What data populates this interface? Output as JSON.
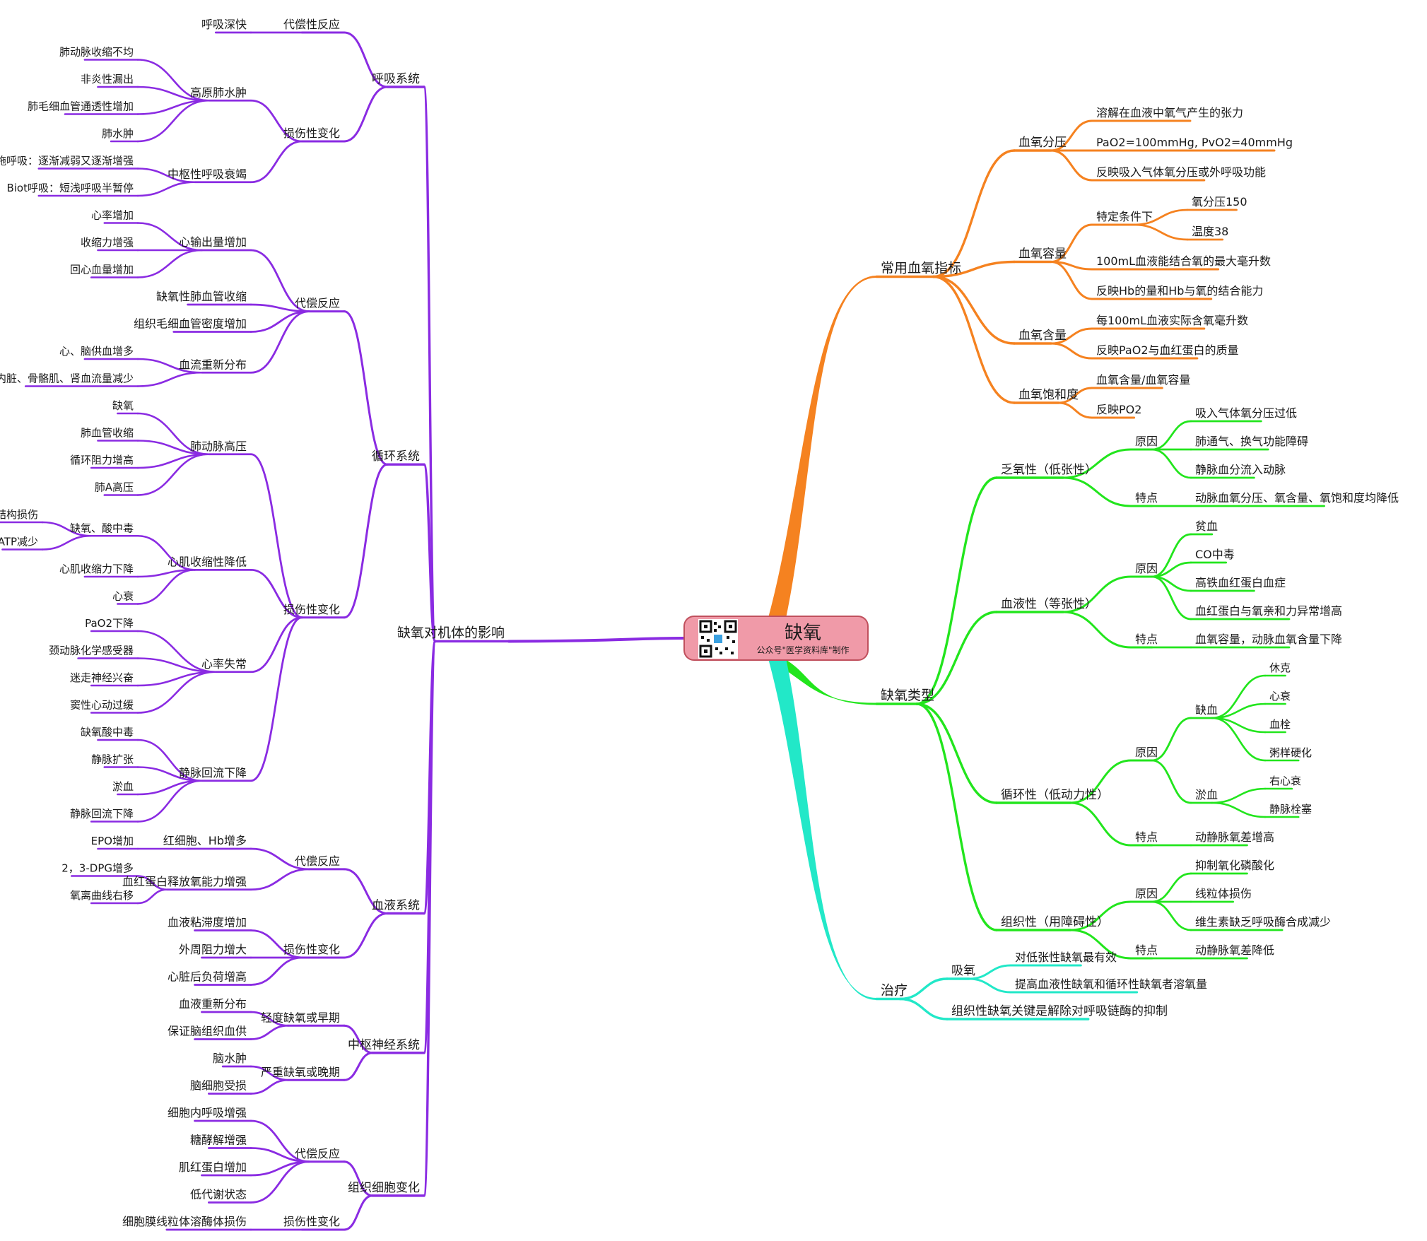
{
  "colors": {
    "purple": "#8a2be2",
    "orange": "#f58220",
    "green": "#22e51d",
    "teal": "#22e8c8",
    "root_fill": "#f09aa8",
    "root_stroke": "#c0505d"
  },
  "root": {
    "title": "缺氧",
    "subtitle": "公众号\"医学资料库\"制作",
    "qr_icon": "qr-code-icon"
  },
  "tree": {
    "left": [
      {
        "label": "缺氧对机体的影响",
        "children": [
          {
            "label": "呼吸系统",
            "children": [
              {
                "label": "代偿性反应",
                "children": [
                  {
                    "label": "呼吸深快"
                  }
                ]
              },
              {
                "label": "损伤性变化",
                "children": [
                  {
                    "label": "高原肺水肿",
                    "children": [
                      {
                        "label": "肺动脉收缩不均"
                      },
                      {
                        "label": "非炎性漏出"
                      },
                      {
                        "label": "肺毛细血管通透性增加"
                      },
                      {
                        "label": "肺水肿"
                      }
                    ]
                  },
                  {
                    "label": "中枢性呼吸衰竭",
                    "children": [
                      {
                        "label": "陈施呼吸：逐渐减弱又逐渐增强"
                      },
                      {
                        "label": "Biot呼吸：短浅呼吸半暂停"
                      }
                    ]
                  }
                ]
              }
            ]
          },
          {
            "label": "循环系统",
            "children": [
              {
                "label": "代偿反应",
                "children": [
                  {
                    "label": "心输出量增加",
                    "children": [
                      {
                        "label": "心率增加"
                      },
                      {
                        "label": "收缩力增强"
                      },
                      {
                        "label": "回心血量增加"
                      }
                    ]
                  },
                  {
                    "label": "缺氧性肺血管收缩"
                  },
                  {
                    "label": "组织毛细血管密度增加"
                  },
                  {
                    "label": "血流重新分布",
                    "children": [
                      {
                        "label": "心、脑供血增多"
                      },
                      {
                        "label": "皮肤、内脏、骨骼肌、肾血流量减少"
                      }
                    ]
                  }
                ]
              },
              {
                "label": "损伤性变化",
                "children": [
                  {
                    "label": "肺动脉高压",
                    "children": [
                      {
                        "label": "缺氧"
                      },
                      {
                        "label": "肺血管收缩"
                      },
                      {
                        "label": "循环阻力增高"
                      },
                      {
                        "label": "肺A高压"
                      }
                    ]
                  },
                  {
                    "label": "心肌收缩性降低",
                    "children": [
                      {
                        "label": "缺氧、酸中毒",
                        "children": [
                          {
                            "label": "心肌结构损伤"
                          },
                          {
                            "label": "ATP减少"
                          }
                        ]
                      },
                      {
                        "label": "心肌收缩力下降"
                      },
                      {
                        "label": "心衰"
                      }
                    ]
                  },
                  {
                    "label": "心率失常",
                    "children": [
                      {
                        "label": "PaO2下降"
                      },
                      {
                        "label": "颈动脉化学感受器"
                      },
                      {
                        "label": "迷走神经兴奋"
                      },
                      {
                        "label": "窦性心动过缓"
                      }
                    ]
                  },
                  {
                    "label": "静脉回流下降",
                    "children": [
                      {
                        "label": "缺氧酸中毒"
                      },
                      {
                        "label": "静脉扩张"
                      },
                      {
                        "label": "淤血"
                      },
                      {
                        "label": "静脉回流下降"
                      }
                    ]
                  }
                ]
              }
            ]
          },
          {
            "label": "血液系统",
            "children": [
              {
                "label": "代偿反应",
                "children": [
                  {
                    "label": "红细胞、Hb增多",
                    "children": [
                      {
                        "label": "EPO增加"
                      }
                    ]
                  },
                  {
                    "label": "血红蛋白释放氧能力增强",
                    "children": [
                      {
                        "label": "2，3-DPG增多"
                      },
                      {
                        "label": "氧离曲线右移"
                      }
                    ]
                  }
                ]
              },
              {
                "label": "损伤性变化",
                "children": [
                  {
                    "label": "血液粘滞度增加"
                  },
                  {
                    "label": "外周阻力增大"
                  },
                  {
                    "label": "心脏后负荷增高"
                  }
                ]
              }
            ]
          },
          {
            "label": "中枢神经系统",
            "children": [
              {
                "label": "轻度缺氧或早期",
                "children": [
                  {
                    "label": "血液重新分布"
                  },
                  {
                    "label": "保证脑组织血供"
                  }
                ]
              },
              {
                "label": "严重缺氧或晚期",
                "children": [
                  {
                    "label": "脑水肿"
                  },
                  {
                    "label": "脑细胞受损"
                  }
                ]
              }
            ]
          },
          {
            "label": "组织细胞变化",
            "children": [
              {
                "label": "代偿反应",
                "children": [
                  {
                    "label": "细胞内呼吸增强"
                  },
                  {
                    "label": "糖酵解增强"
                  },
                  {
                    "label": "肌红蛋白增加"
                  },
                  {
                    "label": "低代谢状态"
                  }
                ]
              },
              {
                "label": "损伤性变化",
                "children": [
                  {
                    "label": "细胞膜线粒体溶酶体损伤"
                  }
                ]
              }
            ]
          }
        ]
      }
    ],
    "right": [
      {
        "label": "常用血氧指标",
        "children": [
          {
            "label": "血氧分压",
            "children": [
              {
                "label": "溶解在血液中氧气产生的张力"
              },
              {
                "label": "PaO2=100mmHg, PvO2=40mmHg"
              },
              {
                "label": "反映吸入气体氧分压或外呼吸功能"
              }
            ]
          },
          {
            "label": "血氧容量",
            "children": [
              {
                "label": "特定条件下",
                "children": [
                  {
                    "label": "氧分压150"
                  },
                  {
                    "label": "温度38"
                  }
                ]
              },
              {
                "label": "100mL血液能结合氧的最大毫升数"
              },
              {
                "label": "反映Hb的量和Hb与氧的结合能力"
              }
            ]
          },
          {
            "label": "血氧含量",
            "children": [
              {
                "label": "每100mL血液实际含氧毫升数"
              },
              {
                "label": "反映PaO2与血红蛋白的质量"
              }
            ]
          },
          {
            "label": "血氧饱和度",
            "children": [
              {
                "label": "血氧含量/血氧容量"
              },
              {
                "label": "反映PO2"
              }
            ]
          }
        ]
      },
      {
        "label": "缺氧类型",
        "children": [
          {
            "label": "乏氧性（低张性）",
            "children": [
              {
                "label": "原因",
                "children": [
                  {
                    "label": "吸入气体氧分压过低"
                  },
                  {
                    "label": "肺通气、换气功能障碍"
                  },
                  {
                    "label": "静脉血分流入动脉"
                  }
                ]
              },
              {
                "label": "特点",
                "children": [
                  {
                    "label": "动脉血氧分压、氧含量、氧饱和度均降低"
                  }
                ]
              }
            ]
          },
          {
            "label": "血液性（等张性）",
            "children": [
              {
                "label": "原因",
                "children": [
                  {
                    "label": "贫血"
                  },
                  {
                    "label": "CO中毒"
                  },
                  {
                    "label": "高铁血红蛋白血症"
                  },
                  {
                    "label": "血红蛋白与氧亲和力异常增高"
                  }
                ]
              },
              {
                "label": "特点",
                "children": [
                  {
                    "label": "血氧容量，动脉血氧含量下降"
                  }
                ]
              }
            ]
          },
          {
            "label": "循环性（低动力性）",
            "children": [
              {
                "label": "原因",
                "children": [
                  {
                    "label": "缺血",
                    "children": [
                      {
                        "label": "休克"
                      },
                      {
                        "label": "心衰"
                      },
                      {
                        "label": "血栓"
                      },
                      {
                        "label": "粥样硬化"
                      }
                    ]
                  },
                  {
                    "label": "淤血",
                    "children": [
                      {
                        "label": "右心衰"
                      },
                      {
                        "label": "静脉栓塞"
                      }
                    ]
                  }
                ]
              },
              {
                "label": "特点",
                "children": [
                  {
                    "label": "动静脉氧差增高"
                  }
                ]
              }
            ]
          },
          {
            "label": "组织性（用障碍性）",
            "children": [
              {
                "label": "原因",
                "children": [
                  {
                    "label": "抑制氧化磷酸化"
                  },
                  {
                    "label": "线粒体损伤"
                  },
                  {
                    "label": "维生素缺乏呼吸酶合成减少"
                  }
                ]
              },
              {
                "label": "特点",
                "children": [
                  {
                    "label": "动静脉氧差降低"
                  }
                ]
              }
            ]
          }
        ]
      },
      {
        "label": "治疗",
        "children": [
          {
            "label": "吸氧",
            "children": [
              {
                "label": "对低张性缺氧最有效"
              },
              {
                "label": "提高血液性缺氧和循环性缺氧者溶氧量"
              }
            ]
          },
          {
            "label": "组织性缺氧关键是解除对呼吸链酶的抑制"
          }
        ]
      }
    ]
  }
}
